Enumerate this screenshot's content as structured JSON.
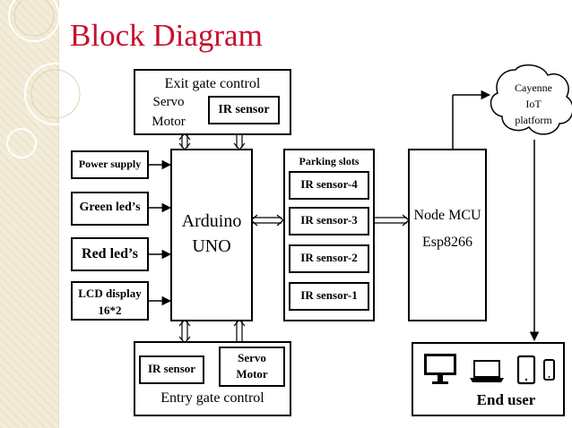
{
  "title": "Block Diagram",
  "colors": {
    "title": "#c8102e",
    "sidebar": "#f3ecd9",
    "line": "#000000"
  },
  "exit_gate": {
    "label": "Exit gate control",
    "servo_line1": "Servo",
    "servo_line2": "Motor",
    "ir_sensor": "IR sensor"
  },
  "inputs": {
    "power_supply": "Power supply",
    "green_led": "Green led’s",
    "red_led": "Red led’s",
    "lcd_line1": "LCD display",
    "lcd_line2": "16*2"
  },
  "arduino": {
    "line1": "Arduino",
    "line2": "UNO"
  },
  "parking": {
    "label": "Parking slots",
    "sensor4": "IR sensor-4",
    "sensor3": "IR sensor-3",
    "sensor2": "IR sensor-2",
    "sensor1": "IR sensor-1"
  },
  "node_mcu": {
    "line1": "Node MCU",
    "line2": "Esp8266"
  },
  "cloud": {
    "line1": "Cayenne",
    "line2": "IoT",
    "line3": "platform"
  },
  "entry_gate": {
    "label": "Entry gate control",
    "ir_sensor": "IR sensor",
    "servo_line1": "Servo",
    "servo_line2": "Motor"
  },
  "end_user": {
    "label": "End user",
    "icons": [
      "monitor-icon",
      "laptop-icon",
      "tablet-icon",
      "smartphone-icon"
    ]
  }
}
